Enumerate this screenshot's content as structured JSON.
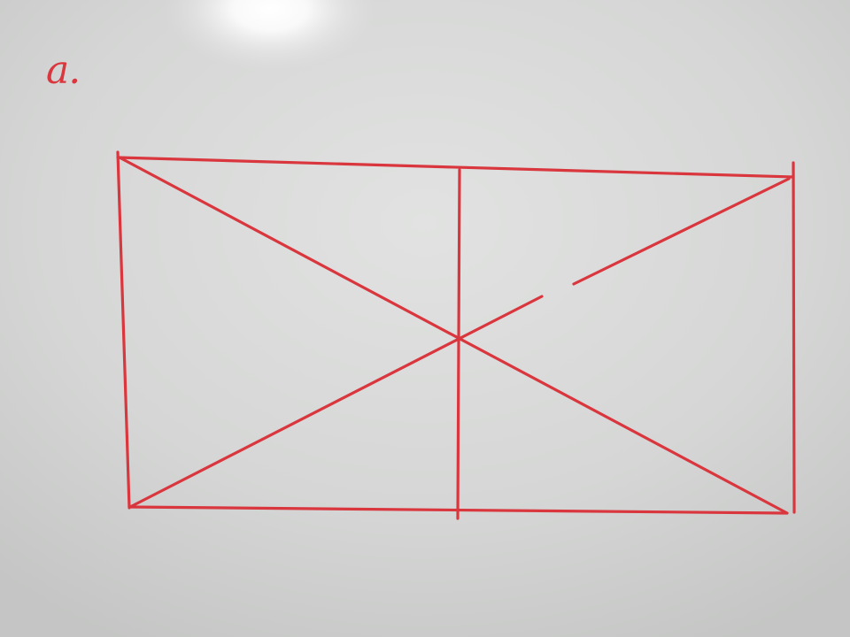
{
  "board": {
    "label": "a.",
    "ink_color": "#d9363e",
    "surface_color": "#d8d9d8",
    "glare_color": "#ffffff"
  },
  "figure": {
    "shape": "rectangle",
    "lines": [
      "outer-rectangle",
      "diagonal-top-left-to-bottom-right",
      "diagonal-bottom-left-to-top-right",
      "vertical-center-line"
    ]
  }
}
